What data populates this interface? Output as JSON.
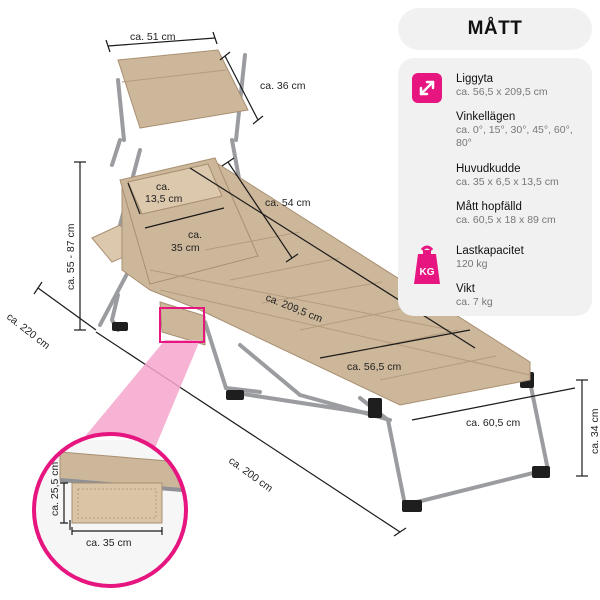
{
  "header": {
    "title": "MÅTT"
  },
  "specs": [
    {
      "label": "Liggyta",
      "value": "ca. 56,5 x 209,5 cm",
      "icon": "diagonal-resize-icon"
    },
    {
      "label": "Vinkellägen",
      "value": "ca. 0°, 15°, 30°, 45°, 60°, 80°",
      "icon": ""
    },
    {
      "label": "Huvudkudde",
      "value": "ca. 35 x 6,5 x 13,5 cm",
      "icon": ""
    },
    {
      "label": "Mått hopfälld",
      "value": "ca. 60,5 x 18 x 89 cm",
      "icon": ""
    },
    {
      "label": "Lastkapacitet",
      "value": "120 kg",
      "icon": "weight-kg-icon"
    },
    {
      "label": "Vikt",
      "value": "ca. 7 kg",
      "icon": ""
    }
  ],
  "weight_icon_text": "KG",
  "dimensions": {
    "canopy_width": "ca. 51 cm",
    "canopy_depth": "ca. 36 cm",
    "height_range": "ca. 55 - 87 cm",
    "pillow_height": "ca. 13,5 cm",
    "pillow_width": "35 cm",
    "backrest_length": "ca. 54 cm",
    "bed_length": "ca. 209,5 cm",
    "bed_width": "ca. 56,5 cm",
    "width": "ca. 220 cm",
    "length": "ca. 200 cm",
    "frame_width": "ca. 60,5 cm",
    "seat_height": "ca. 34 cm",
    "pocket_height": "ca. 25,5 cm",
    "pocket_width": "ca. 35 cm"
  },
  "colors": {
    "accent": "#e6157f",
    "fabric": "#cdb79a",
    "panel": "#f1f1f1",
    "frame": "#9a9ca0"
  }
}
